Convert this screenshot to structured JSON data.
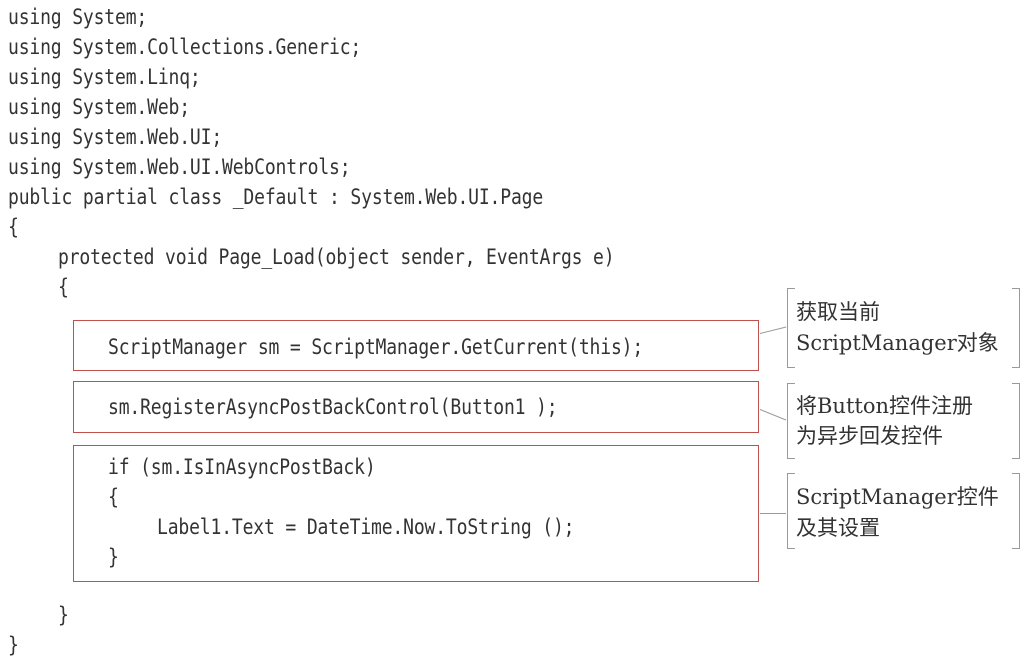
{
  "code": {
    "lines": [
      "using System;",
      "using System.Collections.Generic;",
      "using System.Linq;",
      "using System.Web;",
      "using System.Web.UI;",
      "using System.Web.UI.WebControls;",
      "public partial class _Default : System.Web.UI.Page",
      "{",
      "protected void Page_Load(object sender, EventArgs e)",
      "{",
      "ScriptManager sm = ScriptManager.GetCurrent(this);",
      "sm.RegisterAsyncPostBackControl(Button1 );",
      "if (sm.IsInAsyncPostBack)",
      "{",
      "Label1.Text = DateTime.Now.ToString ();",
      "}",
      "}",
      "}"
    ]
  },
  "annotations": {
    "get_current": {
      "line1": "获取当前",
      "line2": "ScriptManager对象"
    },
    "register": {
      "line1": "将Button控件注册",
      "line2": "为异步回发控件"
    },
    "settings": {
      "line1": "ScriptManager控件",
      "line2": "及其设置"
    }
  },
  "colors": {
    "highlight_box": "#c0504d",
    "bracket": "#9a9a9a",
    "text": "#333333"
  }
}
